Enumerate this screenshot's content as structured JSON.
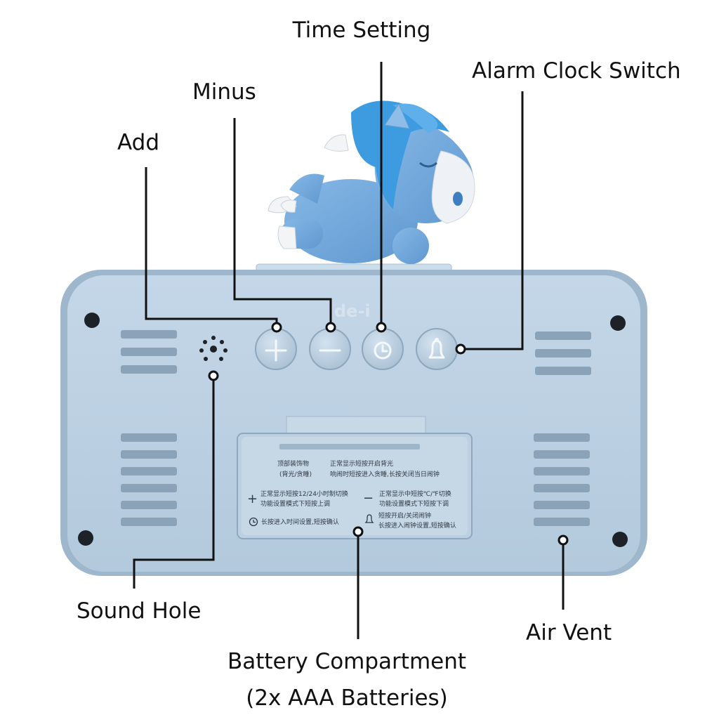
{
  "callouts": {
    "time_setting": "Time Setting",
    "alarm_clock_switch": "Alarm Clock Switch",
    "minus": "Minus",
    "add": "Add",
    "sound_hole": "Sound Hole",
    "air_vent": "Air Vent",
    "battery_compartment": "Battery Compartment",
    "battery_type": "(2x AAA Batteries)"
  },
  "device": {
    "brand": "de-i",
    "label_plate": {
      "top_left": "顶部装饰物",
      "top_left_sub": "(背光/贪睡)",
      "top_right_1": "正常显示短按开启背光",
      "top_right_2": "响闹时短按进入贪睡,长按关闭当日闹钟",
      "plus_1": "正常显示短按12/24小时制切换",
      "plus_2": "功能设置模式下短按上调",
      "minus_1": "正常显示中短按℃/℉切换",
      "minus_2": "功能设置模式下短按下调",
      "clock_1": "长按进入时间设置,短按确认",
      "bell_1": "短按开启/关闭闹钟",
      "bell_2": "长按进入闹钟设置,短按确认"
    }
  },
  "colors": {
    "body": "#b9cee0",
    "body_edge": "#9fb7cc",
    "slot": "#8aa3b8",
    "horse": "#6fa8dd",
    "mane": "#3d9be0",
    "leader_line": "#111111"
  },
  "icons": [
    "plus-icon",
    "minus-icon",
    "clock-icon",
    "bell-icon"
  ]
}
